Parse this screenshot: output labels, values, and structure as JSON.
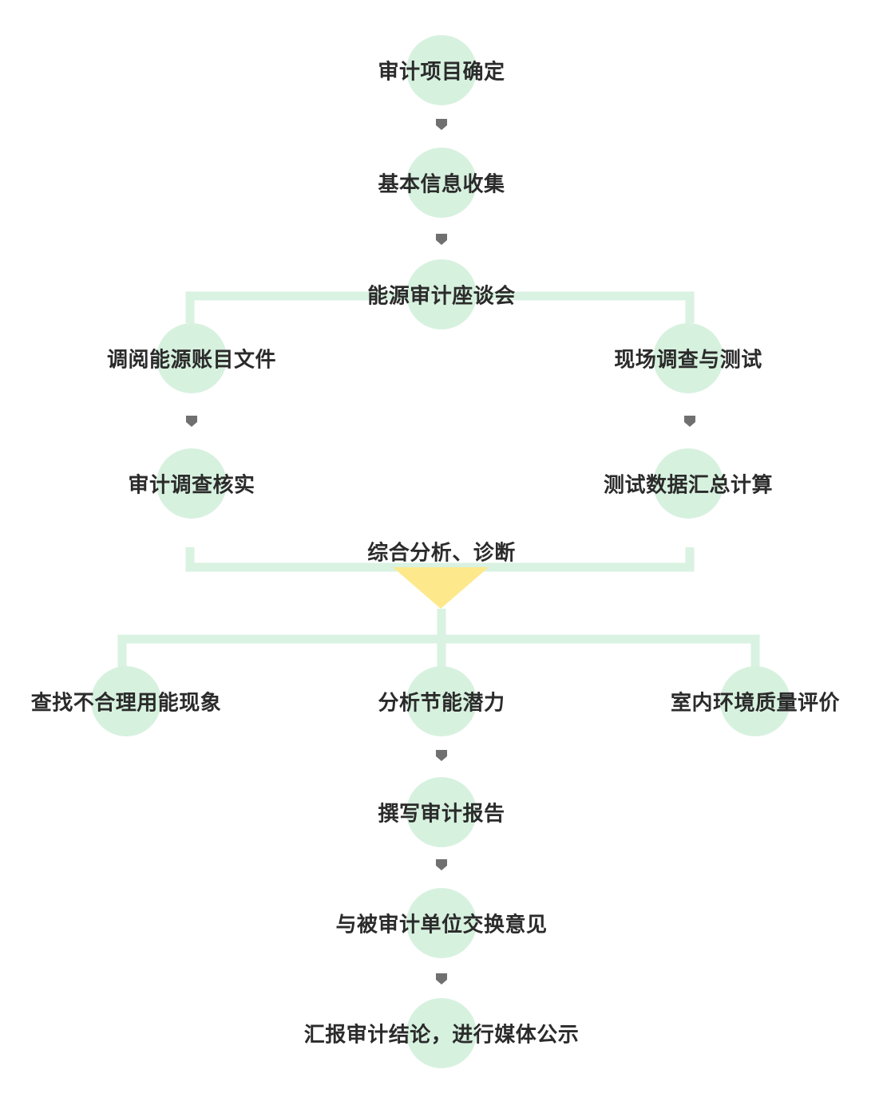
{
  "colors": {
    "circle": "#d7f1df",
    "connector": "#d9f2e1",
    "arrow": "#707070",
    "diamond": "#fde98c",
    "text": "#2b2b2b"
  },
  "nodes": {
    "n1": "审计项目确定",
    "n2": "基本信息收集",
    "n3": "能源审计座谈会",
    "n4": "调阅能源账目文件",
    "n5": "现场调查与测试",
    "n6": "审计调查核实",
    "n7": "测试数据汇总计算",
    "n8": "综合分析、诊断",
    "n9": "查找不合理用能现象",
    "n10": "分析节能潜力",
    "n11": "室内环境质量评价",
    "n12": "撰写审计报告",
    "n13": "与被审计单位交换意见",
    "n14": "汇报审计结论，进行媒体公示"
  }
}
